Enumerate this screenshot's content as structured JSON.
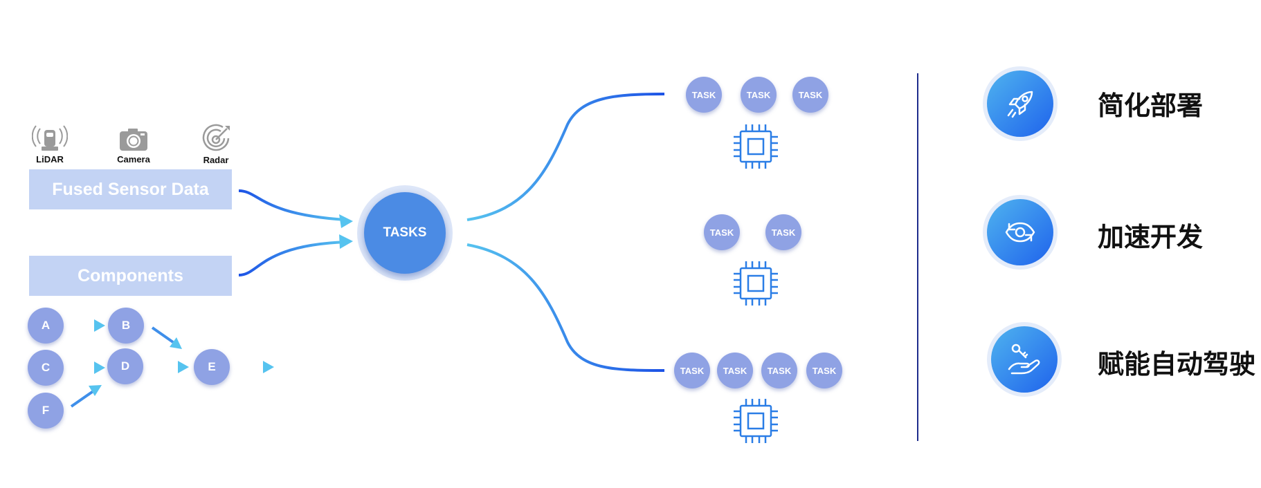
{
  "sensors": {
    "lidar": {
      "label": "LiDAR",
      "icon": "lidar-icon"
    },
    "camera": {
      "label": "Camera",
      "icon": "camera-icon"
    },
    "radar": {
      "label": "Radar",
      "icon": "radar-icon"
    }
  },
  "inputs": {
    "fused_sensor_data": "Fused Sensor Data",
    "components": "Components"
  },
  "graph_nodes": {
    "a": "A",
    "b": "B",
    "c": "C",
    "d": "D",
    "e": "E",
    "f": "F"
  },
  "hub": {
    "label": "TASKS"
  },
  "task_label": "TASK",
  "processors": [
    {
      "tasks": [
        "TASK",
        "TASK",
        "TASK"
      ],
      "icon": "chip-icon"
    },
    {
      "tasks": [
        "TASK",
        "TASK"
      ],
      "icon": "chip-icon"
    },
    {
      "tasks": [
        "TASK",
        "TASK",
        "TASK",
        "TASK"
      ],
      "icon": "chip-icon"
    }
  ],
  "benefits": [
    {
      "label": "简化部署",
      "icon": "rocket-icon"
    },
    {
      "label": "加速开发",
      "icon": "rotate-eye-icon"
    },
    {
      "label": "赋能自动驾驶",
      "icon": "hand-key-icon"
    }
  ],
  "colors": {
    "node_fill": "#8fa2e4",
    "hub_fill": "#4b8be4",
    "input_box": "#c3d3f4",
    "flow_light": "#56c3ef",
    "flow_dark": "#1c52e6",
    "divider": "#1d2b8c",
    "chip": "#2a7de6"
  }
}
